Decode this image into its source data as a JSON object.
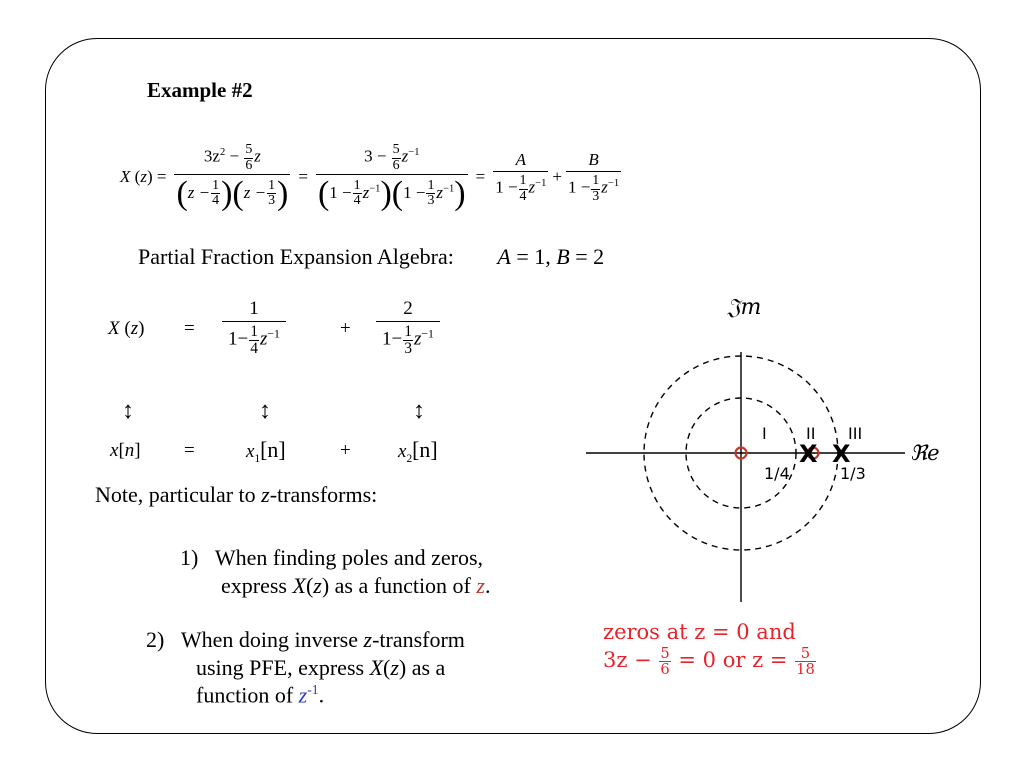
{
  "title": "Example #2",
  "equation1": {
    "lhs": "X (z) =",
    "frac1_num": [
      "3z",
      "2",
      " − ",
      "5",
      "6",
      "z"
    ],
    "frac1_den": [
      "z −",
      "1",
      "4",
      "z −",
      "1",
      "3"
    ],
    "frac2_num": [
      "3 − ",
      "5",
      "6",
      "z",
      "−1"
    ],
    "frac2_den": [
      "1 −",
      "1",
      "4",
      "z",
      "−1",
      "1 −",
      "1",
      "3",
      "z",
      "−1"
    ],
    "fracA_num": "A",
    "fracB_num": "B",
    "fracA_den": [
      "1 −",
      "1",
      "4",
      "z",
      "−1"
    ],
    "fracB_den": [
      "1 −",
      "1",
      "3",
      "z",
      "−1"
    ],
    "eq": "=",
    "plus": "+"
  },
  "pfe": {
    "label": "Partial Fraction Expansion Algebra:",
    "A": "A",
    "A_val": " = 1, ",
    "B": "B",
    "B_val": " = 2"
  },
  "equation2": {
    "lhs": "X (z)",
    "eq": "=",
    "plus": "+",
    "num1": "1",
    "num2": "2",
    "den1": [
      "1−",
      "1",
      "4",
      "z",
      "−1"
    ],
    "den2": [
      "1−",
      "1",
      "3",
      "z",
      "−1"
    ],
    "arrow": "↕",
    "x_lhs": "x[n]",
    "x1": "x",
    "x1_sub": "1",
    "x1_arg": "[n]",
    "x2": "x",
    "x2_sub": "2",
    "x2_arg": "[n]"
  },
  "note": {
    "prefix": "Note, particular to ",
    "z": "z",
    "suffix": "-transforms:"
  },
  "items": [
    {
      "num": "1)",
      "line1": "When finding poles and zeros,",
      "line2_a": "express ",
      "line2_X": "X",
      "line2_b": "(",
      "line2_z": "z",
      "line2_c": ") as a function of ",
      "line2_zred": "z",
      "line2_end": "."
    },
    {
      "num": "2)",
      "line1_a": "When doing inverse ",
      "line1_z": "z",
      "line1_b": "-transform",
      "line2_a": "using PFE, express ",
      "line2_X": "X",
      "line2_b": "(",
      "line2_z": "z",
      "line2_c": ") as a",
      "line3_a": "function of ",
      "line3_z": "z",
      "line3_sup": "-1",
      "line3_end": "."
    }
  ],
  "plot": {
    "im_label": "𝔍m",
    "re_label": "ℜe",
    "region_I": "I",
    "region_II": "II",
    "region_III": "III",
    "tick_quarter": "1/4",
    "tick_third": "1/3",
    "pole_glyph": "X",
    "colors": {
      "zero": "#c0392b",
      "axis": "#000000"
    }
  },
  "zeros_note": {
    "line1": "zeros at z = 0 and",
    "line2_a": "3z − ",
    "line2_frac_n": "5",
    "line2_frac_d": "6",
    "line2_b": " = 0 or z = ",
    "line2_frac2_n": "5",
    "line2_frac2_d": "18"
  }
}
